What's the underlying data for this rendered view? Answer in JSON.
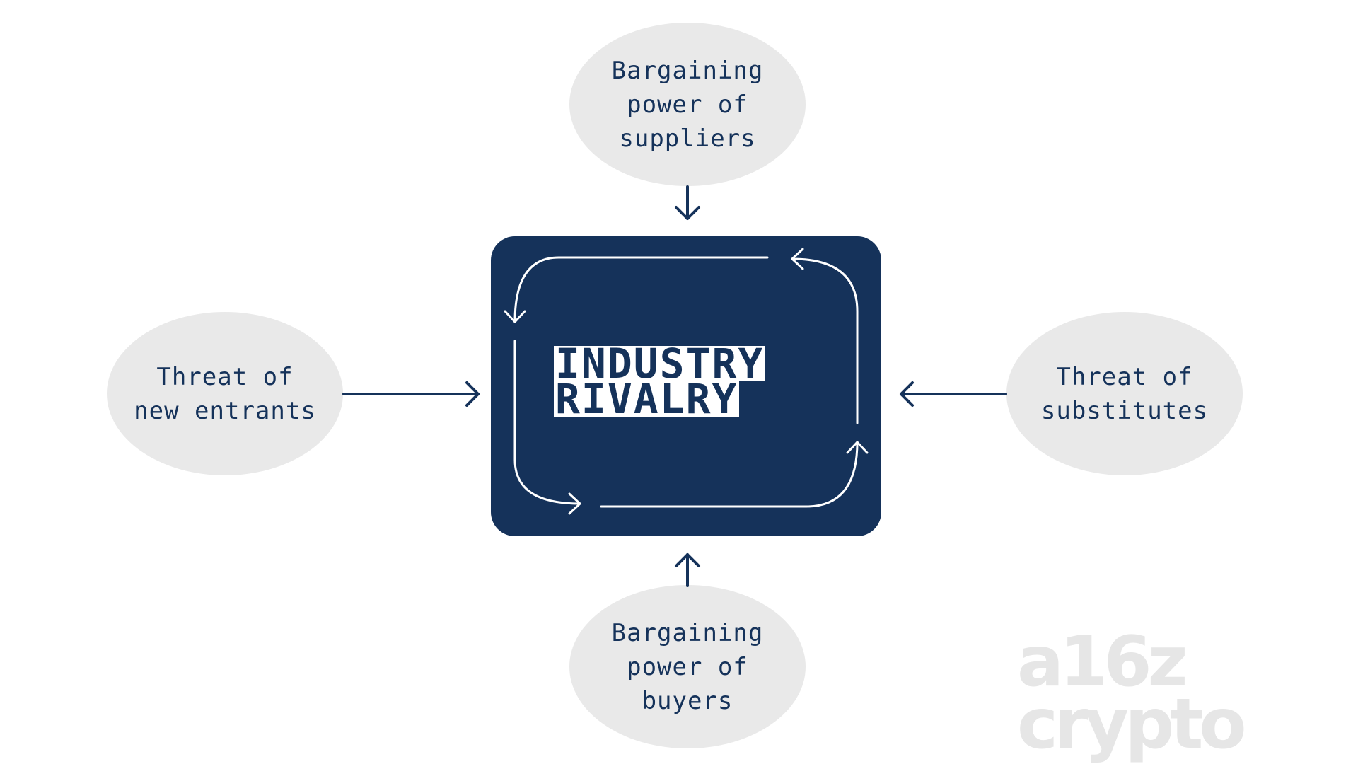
{
  "colors": {
    "navy": "#15325a",
    "blob_fill": "#e9e9e9",
    "background": "#ffffff",
    "watermark": "#e6e6e6"
  },
  "forces": {
    "top": "Bargaining\npower of\nsuppliers",
    "bottom": "Bargaining\npower of\nbuyers",
    "left": "Threat of\nnew entrants",
    "right": "Threat of\nsubstitutes"
  },
  "center": {
    "line1": "INDUSTRY",
    "line2": "RIVALRY"
  },
  "logo": {
    "text": "a16z\ncrypto"
  }
}
